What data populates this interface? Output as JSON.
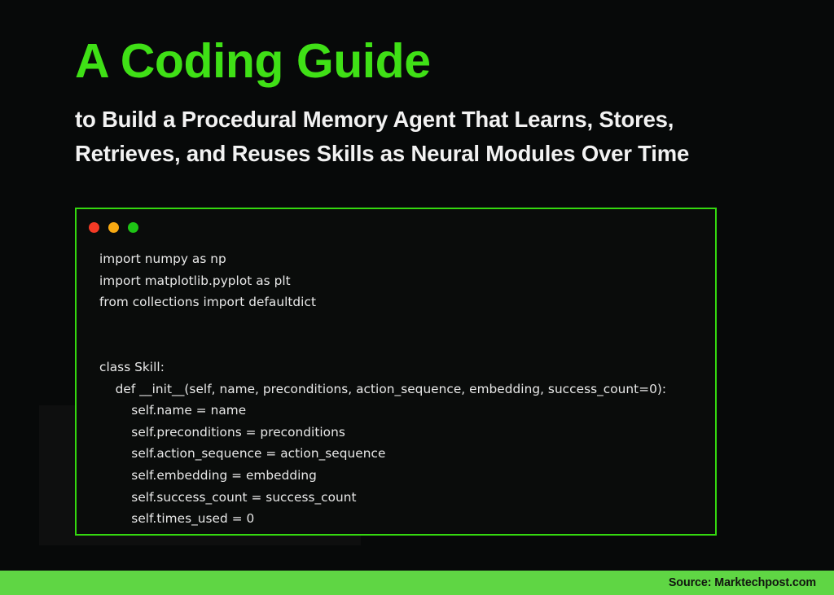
{
  "headline": {
    "main": "A Coding Guide",
    "subtitle": "to Build a Procedural Memory Agent That Learns, Stores, Retrieves, and Reuses Skills as Neural Modules Over Time"
  },
  "colors": {
    "background": "#070909",
    "accent_green": "#3fe016",
    "panel_border": "#34d80f",
    "footer_bar": "#5fd644",
    "code_text": "#e9e9e9",
    "subtitle_text": "#f2f2f2",
    "dot_red": "#f43a25",
    "dot_yellow": "#f7a912",
    "dot_green": "#1ec415"
  },
  "code_window": {
    "window_controls": [
      {
        "name": "close-dot",
        "color": "#f43a25"
      },
      {
        "name": "minimize-dot",
        "color": "#f7a912"
      },
      {
        "name": "maximize-dot",
        "color": "#1ec415"
      }
    ],
    "language": "python",
    "lines": [
      "import numpy as np",
      "import matplotlib.pyplot as plt",
      "from collections import defaultdict",
      "",
      "",
      "class Skill:",
      "    def __init__(self, name, preconditions, action_sequence, embedding, success_count=0):",
      "        self.name = name",
      "        self.preconditions = preconditions",
      "        self.action_sequence = action_sequence",
      "        self.embedding = embedding",
      "        self.success_count = success_count",
      "        self.times_used = 0"
    ]
  },
  "footer": {
    "source_label": "Source: Marktechpost.com"
  }
}
